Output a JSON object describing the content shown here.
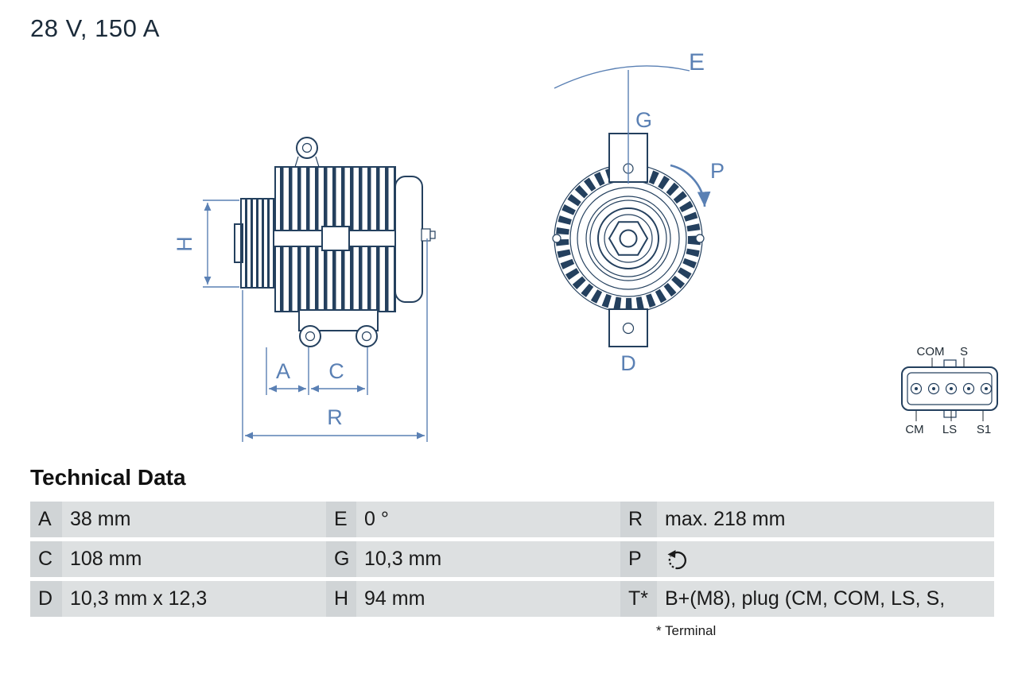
{
  "colors": {
    "drawing_stroke": "#24405e",
    "dimension_blue": "#5a80b4",
    "title_color": "#1b2b3a",
    "text_dark": "#1a1a1a",
    "table_key_bg": "#d0d4d6",
    "table_value_bg": "#dde0e1"
  },
  "header": {
    "title": "28 V, 150 A"
  },
  "diagram": {
    "side_view": {
      "labels": {
        "H": "H",
        "A": "A",
        "C": "C",
        "R": "R"
      }
    },
    "front_view": {
      "labels": {
        "E": "E",
        "G": "G",
        "P": "P",
        "D": "D"
      }
    },
    "connector": {
      "top_labels": [
        "COM",
        "S"
      ],
      "bottom_labels": [
        "CM",
        "LS",
        "S1"
      ]
    }
  },
  "technical_data": {
    "title": "Technical Data",
    "rows": [
      {
        "cells": [
          {
            "key": "A",
            "value": "38 mm"
          },
          {
            "key": "E",
            "value": "0 °"
          },
          {
            "key": "R",
            "value": "max. 218 mm"
          }
        ]
      },
      {
        "cells": [
          {
            "key": "C",
            "value": "108 mm"
          },
          {
            "key": "G",
            "value": "10,3 mm"
          },
          {
            "key": "P",
            "value": "",
            "icon": "counterclockwise-rotation-icon"
          }
        ]
      },
      {
        "cells": [
          {
            "key": "D",
            "value": "10,3 mm x 12,3"
          },
          {
            "key": "H",
            "value": "94 mm"
          },
          {
            "key": "T*",
            "value": "B+(M8), plug (CM, COM, LS, S,"
          }
        ]
      }
    ],
    "footnote": "* Terminal"
  }
}
